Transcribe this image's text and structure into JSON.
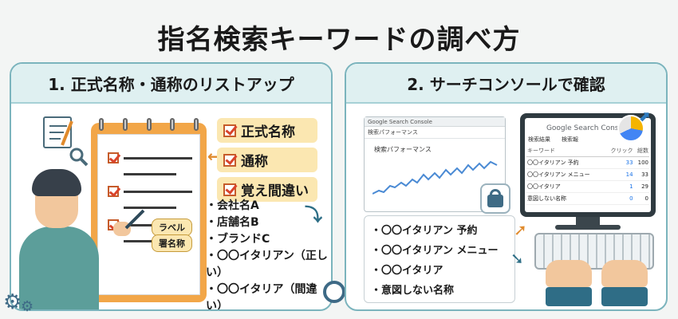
{
  "title": "指名検索キーワードの調べ方",
  "left_panel": {
    "heading": "1. 正式名称・通称のリストアップ",
    "tags": [
      "正式名称",
      "通称",
      "覚え間違い"
    ],
    "bubbles": [
      "ラベル",
      "署名称"
    ],
    "examples": [
      "・会社名A",
      "・店舗名B",
      "・ブランドC",
      "・〇〇イタリアン（正しい）",
      "・〇〇イタリア（間違い）"
    ]
  },
  "right_panel": {
    "heading": "2. サーチコンソールで確認",
    "small_window": {
      "app": "Google Search Console",
      "tab": "検索パフォーマンス",
      "chart_label": "検索パフォーマンス"
    },
    "keywords": [
      "・〇〇イタリアン 予約",
      "・〇〇イタリアン メニュー",
      "・〇〇イタリア",
      "・意図しない名称"
    ],
    "monitor": {
      "app": "Google Search Console",
      "tabs": [
        "検索結果",
        "検索報"
      ],
      "table": {
        "headers": [
          "キーワード",
          "クリック",
          "総数"
        ],
        "rows": [
          [
            "〇〇イタリアン 予約",
            "33",
            "100"
          ],
          [
            "〇〇イタリアン メニュー",
            "14",
            "33"
          ],
          [
            "〇〇イタリア",
            "1",
            "29"
          ],
          [
            "意図しない名称",
            "0",
            "0"
          ]
        ]
      }
    }
  },
  "colors": {
    "panel_border": "#7bb4bd",
    "panel_head": "#dff0f1",
    "tag_bg": "#fbe7b1",
    "accent_orange": "#e08a2c",
    "accent_blue": "#2d6e86"
  }
}
